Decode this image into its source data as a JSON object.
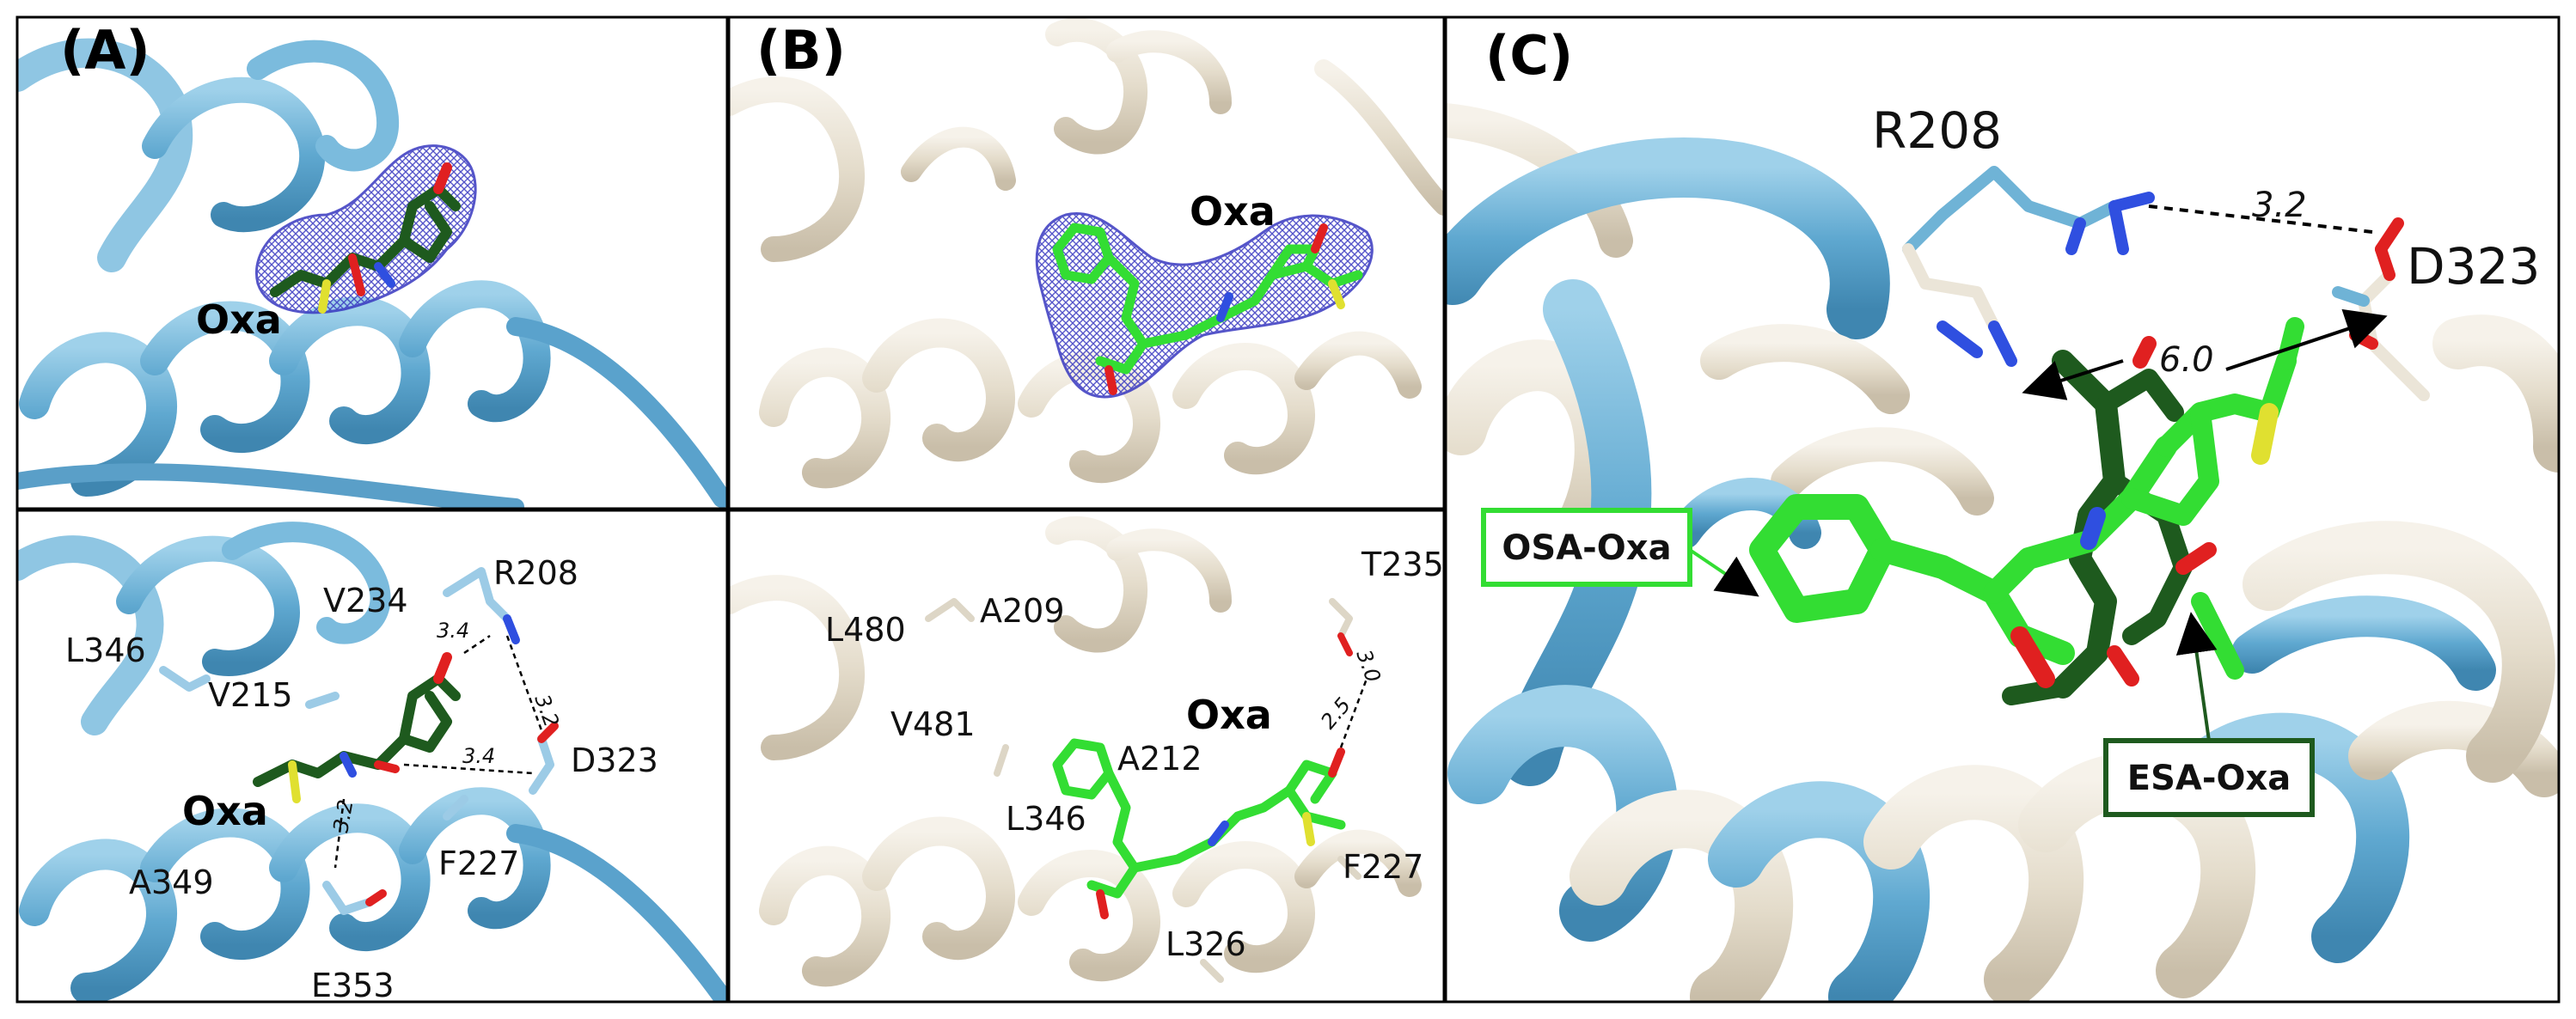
{
  "panels": {
    "a_top": {
      "letter": "(A)",
      "ligand": "Oxa"
    },
    "a_bottom": {
      "ligand": "Oxa",
      "residues": [
        "R208",
        "V234",
        "L346",
        "V215",
        "D323",
        "A349",
        "F227",
        "E353"
      ],
      "distances": [
        "3.4",
        "3.2",
        "3.4",
        "3.2"
      ]
    },
    "b_top": {
      "letter": "(B)",
      "ligand": "Oxa"
    },
    "b_bottom": {
      "ligand": "Oxa",
      "residues": [
        "T235",
        "L480",
        "A209",
        "V481",
        "A212",
        "L346",
        "F227",
        "L326"
      ],
      "distances": [
        "2.5",
        "3.0"
      ]
    },
    "c": {
      "letter": "(C)",
      "residues": [
        "R208",
        "D323"
      ],
      "distances": [
        "3.2",
        "6.0"
      ],
      "callouts": {
        "osa": "OSA-Oxa",
        "esa": "ESA-Oxa"
      }
    }
  },
  "colors": {
    "blue_ribbon": "#6fb3d6",
    "tan_ribbon": "#e9e2d3",
    "esa_ligand": "#1e5a1e",
    "osa_ligand": "#33dd33",
    "mesh": "#4040c8",
    "oxygen": "#e02020",
    "nitrogen": "#2f4fe0",
    "sulfur": "#e0e030"
  }
}
